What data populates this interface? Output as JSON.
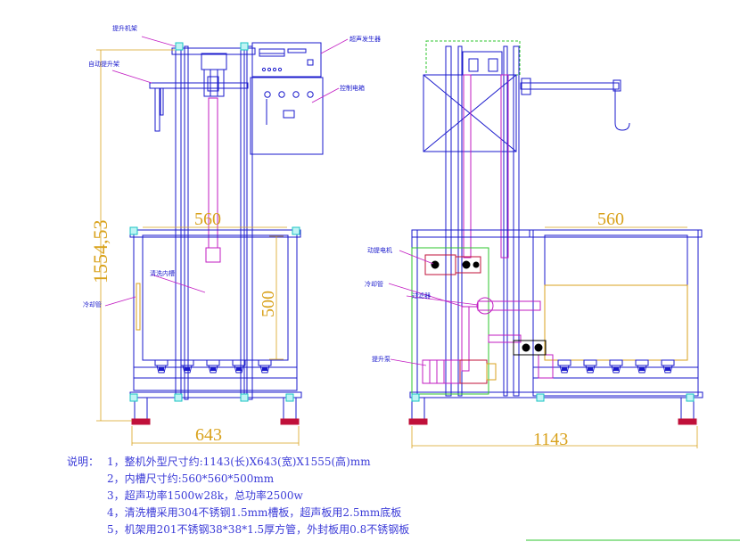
{
  "labels": {
    "lift_frame": "提升机架",
    "auto_lift_hook": "自动提升架",
    "ultrasonic_generator": "超声发生器",
    "control_box": "控制电箱",
    "cleaning_tank": "清洗内槽",
    "cooling_pipe_left": "冷却管",
    "drive_motor": "动提电机",
    "cooling_pipe_right": "冷却管",
    "filter_unit": "过滤器",
    "lift_pump": "提升泵"
  },
  "dimensions": {
    "tank_width_front": "560",
    "tank_depth": "500",
    "overall_height": "1554,53",
    "overall_width": "643",
    "tank_width_side": "560",
    "overall_length": "1143"
  },
  "notes": {
    "heading": "说明：",
    "items": [
      "1，整机外型尺寸约:1143(长)X643(宽)X1555(高)mm",
      "2，内槽尺寸约:560*560*500mm",
      "3，超声功率1500w28k，总功率2500w",
      "4，清洗槽采用304不锈钢1.5mm槽板，超声板用2.5mm底板",
      "5，机架用201不锈钢38*38*1.5厚方管，外封板用0.8不锈钢板"
    ]
  },
  "colors": {
    "line": "#1a1acc",
    "dimension": "#d9a21c",
    "leader": "#c21bc2",
    "node": "#19c3c3",
    "valve": "#c0103a",
    "green_box": "#2ec52e",
    "notes_text": "#3b3bd8"
  }
}
